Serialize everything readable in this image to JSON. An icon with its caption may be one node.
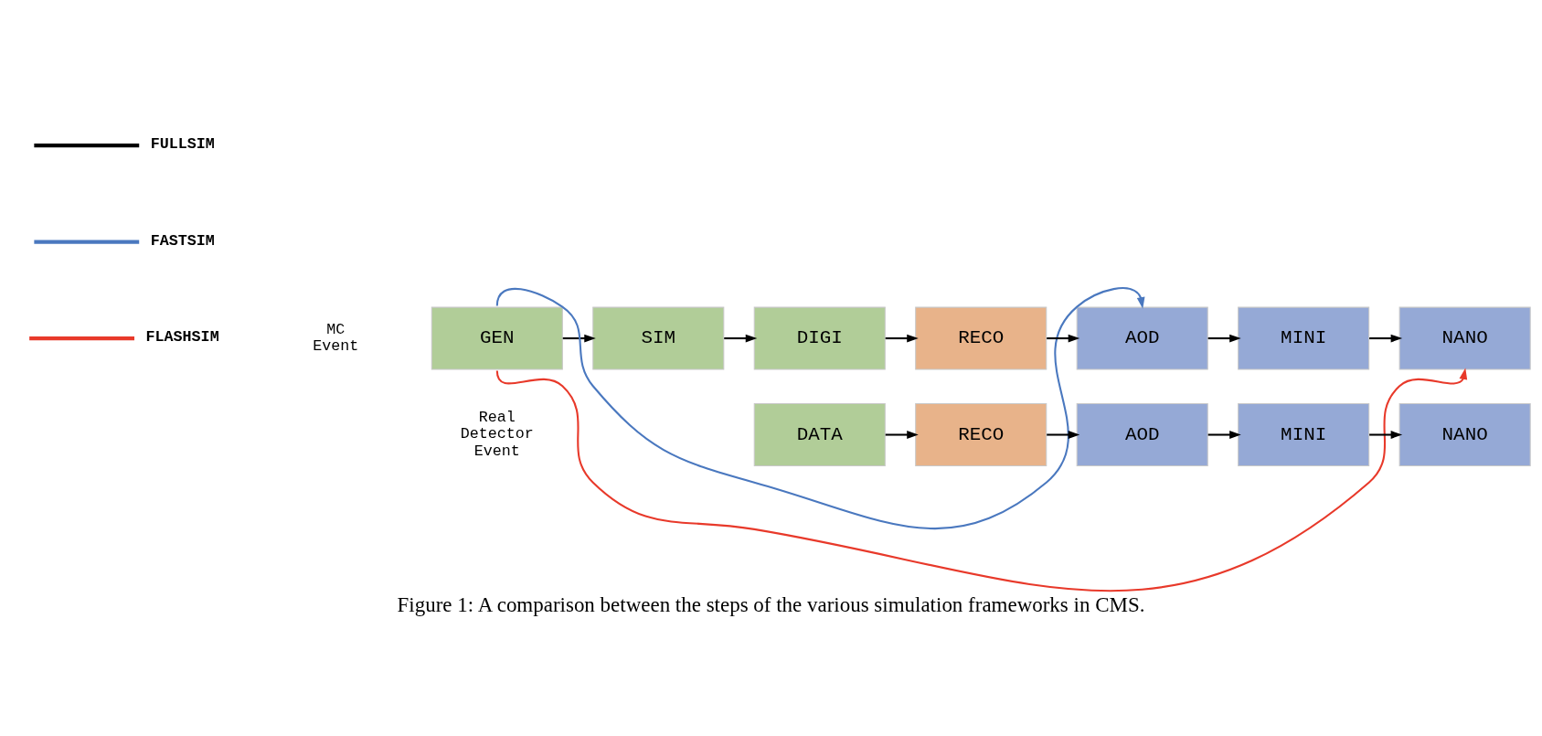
{
  "diagram": {
    "caption": "Figure 1: A comparison between the steps of the various simulation frameworks in CMS.",
    "nodes": [
      {
        "text": [
          "GEN"
        ]
      },
      {
        "text": [
          "SIM"
        ]
      },
      {
        "text": [
          "DIGI"
        ]
      },
      {
        "text": [
          "RECO"
        ]
      },
      {
        "text": [
          "AOD"
        ]
      },
      {
        "text": [
          "MINI"
        ]
      },
      {
        "text": [
          "NANO"
        ]
      },
      {
        "text": [
          "DATA"
        ]
      },
      {
        "text": [
          "RECO"
        ]
      },
      {
        "text": [
          "AOD"
        ]
      },
      {
        "text": [
          "MINI"
        ]
      },
      {
        "text": [
          "NANO"
        ]
      }
    ],
    "edges": [
      {
        "from": 0,
        "to": 1,
        "arrow": "to"
      },
      {
        "from": 1,
        "to": 2,
        "arrow": "to"
      },
      {
        "from": 2,
        "to": 3,
        "arrow": "to"
      },
      {
        "from": 3,
        "to": 4,
        "arrow": "to"
      },
      {
        "from": 4,
        "to": 5,
        "arrow": "to"
      },
      {
        "from": 5,
        "to": 6,
        "arrow": "to"
      },
      {
        "from": 0,
        "to": 4,
        "arrow": "to",
        "color": "#4a78bf"
      },
      {
        "from": 0,
        "to": 6,
        "arrow": "to",
        "color": "#e8392a"
      },
      {
        "from": 7,
        "to": 8,
        "arrow": "to"
      },
      {
        "from": 8,
        "to": 9,
        "arrow": "to"
      },
      {
        "from": 9,
        "to": 10,
        "arrow": "to"
      },
      {
        "from": 10,
        "to": 11,
        "arrow": "to"
      }
    ],
    "labels": [
      "MC Event",
      "Real Detector Event"
    ],
    "legend": [
      {
        "text": "FULLSIM",
        "color": "#000000"
      },
      {
        "text": "FASTSIM",
        "color": "#4a78bf"
      },
      {
        "text": "FLASHSIM",
        "color": "#e8392a"
      }
    ]
  }
}
